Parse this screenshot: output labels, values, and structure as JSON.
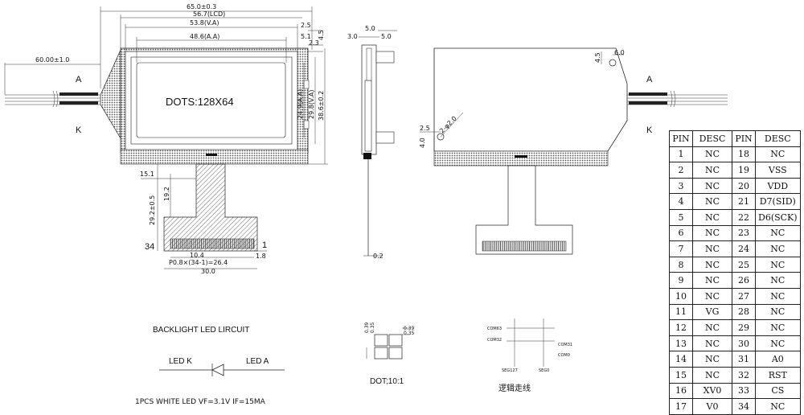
{
  "front_view": {
    "dim_outline": "65.0±0.3",
    "dim_lcd": "56.7(LCD)",
    "dim_va_w": "53.8(V.A)",
    "dim_aa_w": "48.6(A.A)",
    "dim_top_2_5": "2.5",
    "dim_top_5_1": "5.1",
    "dim_top_2_3": "2.3",
    "dim_top_4_5": "4.5",
    "dim_aa_h": "24.9(A.A)",
    "dim_va_h": "29.8(V.A)",
    "dim_outline_h": "38.6±0.2",
    "dim_lead": "60.00±1.0",
    "dots_text": "DOTS:128X64",
    "label_a": "A",
    "label_k": "K",
    "dim_15_1": "15.1",
    "dim_19_2": "19.2",
    "dim_29_2": "29.2±0.5",
    "pin_34": "34",
    "pin_1": "1",
    "dim_10_4": "10.4",
    "dim_1_8": "1.8",
    "dim_pitch": "P0.8×(34-1)=26.4",
    "dim_30": "30.0"
  },
  "side_view": {
    "dim_3_0": "3.0",
    "dim_5_0a": "5.0",
    "dim_5_0b": "5.0",
    "dim_0_2": "0.2"
  },
  "back_view": {
    "dim_4_5": "4.5",
    "dim_6_0": "6.0",
    "dim_2_5": "2.5",
    "dim_4_0": "4.0",
    "dim_hole": "2-φ2.0",
    "label_a": "A",
    "label_k": "K"
  },
  "backlight": {
    "title": "BACKLIGHT LED LIRCUIT",
    "led_k": "LED K",
    "led_a": "LED A",
    "spec": "1PCS WHITE LED VF=3.1V IF=15MA"
  },
  "dot_detail": {
    "d1": "0.39",
    "d2": "0.35",
    "d3": "0.39",
    "d4": "0.35",
    "caption": "DOT;10:1"
  },
  "logic": {
    "com63": "COM63",
    "com32": "COM32",
    "com31": "COM31",
    "com0": "COM0",
    "seg127": "SEG127",
    "seg0": "SEG0",
    "caption": "逻辑走线"
  },
  "pin_table": {
    "headers": [
      "PIN",
      "DESC",
      "PIN",
      "DESC"
    ],
    "rows": [
      [
        "1",
        "NC",
        "18",
        "NC"
      ],
      [
        "2",
        "NC",
        "19",
        "VSS"
      ],
      [
        "3",
        "NC",
        "20",
        "VDD"
      ],
      [
        "4",
        "NC",
        "21",
        "D7(SID)"
      ],
      [
        "5",
        "NC",
        "22",
        "D6(SCK)"
      ],
      [
        "6",
        "NC",
        "23",
        "NC"
      ],
      [
        "7",
        "NC",
        "24",
        "NC"
      ],
      [
        "8",
        "NC",
        "25",
        "NC"
      ],
      [
        "9",
        "NC",
        "26",
        "NC"
      ],
      [
        "10",
        "NC",
        "27",
        "NC"
      ],
      [
        "11",
        "VG",
        "28",
        "NC"
      ],
      [
        "12",
        "NC",
        "29",
        "NC"
      ],
      [
        "13",
        "NC",
        "30",
        "NC"
      ],
      [
        "14",
        "NC",
        "31",
        "A0"
      ],
      [
        "15",
        "NC",
        "32",
        "RST"
      ],
      [
        "16",
        "XV0",
        "33",
        "CS"
      ],
      [
        "17",
        "V0",
        "34",
        "NC"
      ]
    ]
  }
}
